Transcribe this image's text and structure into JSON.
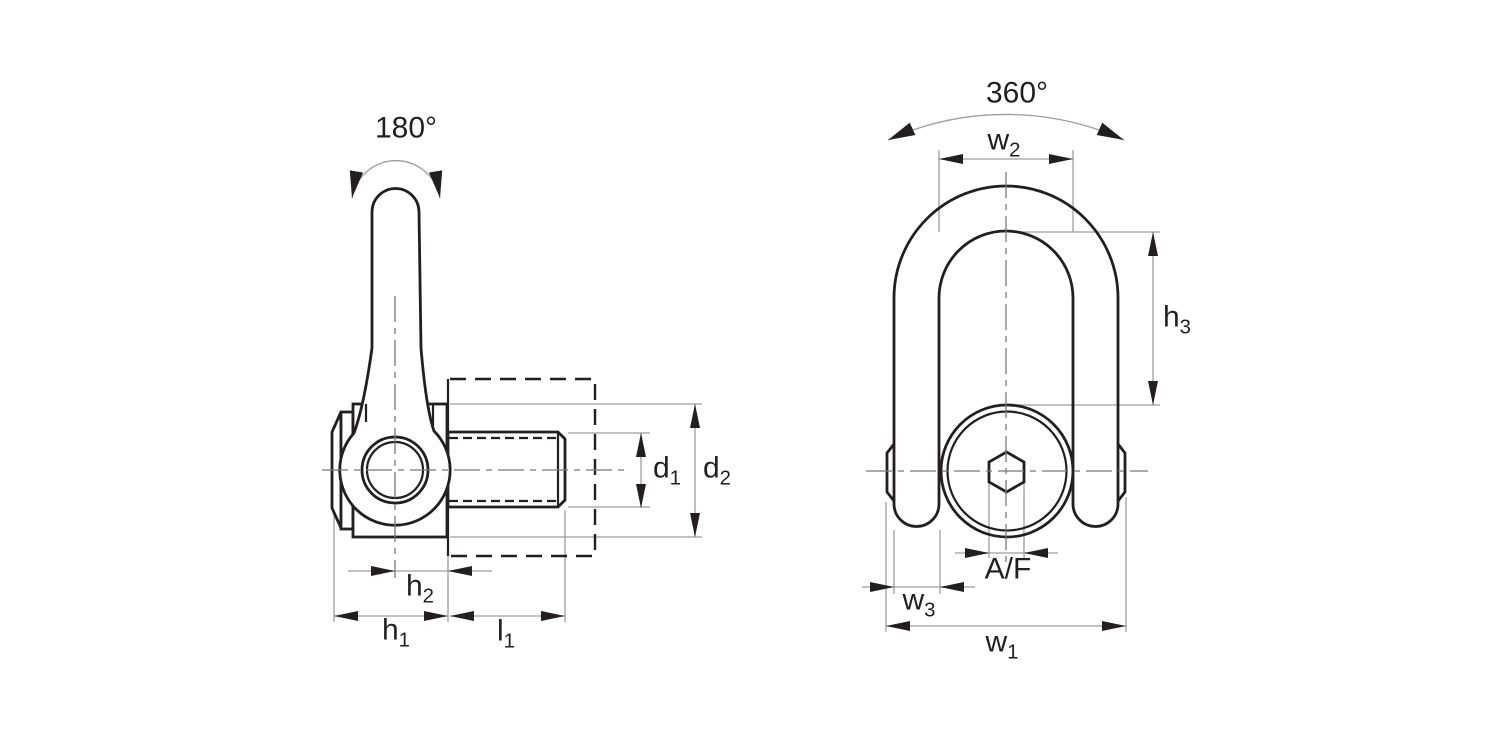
{
  "drawing": {
    "description": "Two-view dimensioned engineering drawing of a swivel lifting eye bolt",
    "views": [
      {
        "id": "side-view",
        "rotation_callout": "180°",
        "dimension_ids": [
          "h2",
          "h1",
          "l1",
          "d1",
          "d2"
        ]
      },
      {
        "id": "front-view",
        "rotation_callout": "360°",
        "dimension_ids": [
          "w2",
          "h3",
          "af",
          "w3",
          "w1"
        ]
      }
    ]
  },
  "labels": {
    "rot_left": {
      "main": "180°",
      "sub": ""
    },
    "rot_right": {
      "main": "360°",
      "sub": ""
    },
    "h1": {
      "main": "h",
      "sub": "1"
    },
    "h2": {
      "main": "h",
      "sub": "2"
    },
    "h3": {
      "main": "h",
      "sub": "3"
    },
    "l1": {
      "main": "l",
      "sub": "1"
    },
    "d1": {
      "main": "d",
      "sub": "1"
    },
    "d2": {
      "main": "d",
      "sub": "2"
    },
    "w1": {
      "main": "w",
      "sub": "1"
    },
    "w2": {
      "main": "w",
      "sub": "2"
    },
    "w3": {
      "main": "w",
      "sub": "3"
    },
    "af": {
      "main": "A/F",
      "sub": ""
    }
  },
  "colors": {
    "background": "#ffffff",
    "part_outline": "#231f20",
    "dimension_lines": "#9b9da0",
    "centerlines": "#77787b",
    "arrowheads": "#231f20"
  }
}
